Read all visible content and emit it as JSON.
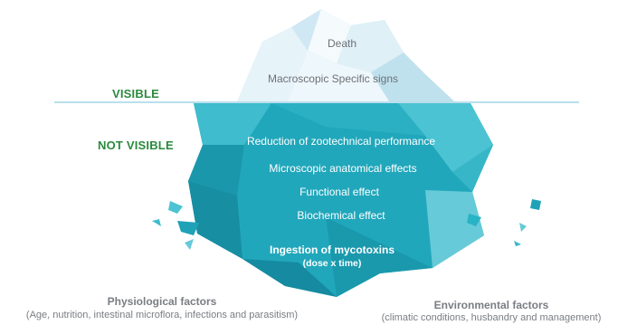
{
  "zones": {
    "visible_label": "VISIBLE",
    "not_visible_label": "NOT VISIBLE"
  },
  "above_water": [
    "Death",
    "Macroscopic Specific signs"
  ],
  "below_water": [
    "Reduction of zootechnical performance",
    "Microscopic anatomical effects",
    "Functional effect",
    "Biochemical effect"
  ],
  "base": {
    "title": "Ingestion of mycotoxins",
    "subtitle": "(dose x time)"
  },
  "factors": {
    "left": {
      "title": "Physiological factors",
      "detail": "(Age, nutrition, intestinal microflora, infections and parasitism)"
    },
    "right": {
      "title": "Environmental factors",
      "detail": "(climatic conditions, husbandry and management)"
    }
  },
  "colors": {
    "label_green": "#2a8a3e",
    "ice_dark": "#1a9db1",
    "ice_mid": "#29b3c6",
    "ice_light": "#66cad8",
    "tip_light": "#d9eef6",
    "tip_white": "#f3f9fc",
    "footer_gray": "#7a7d82"
  }
}
